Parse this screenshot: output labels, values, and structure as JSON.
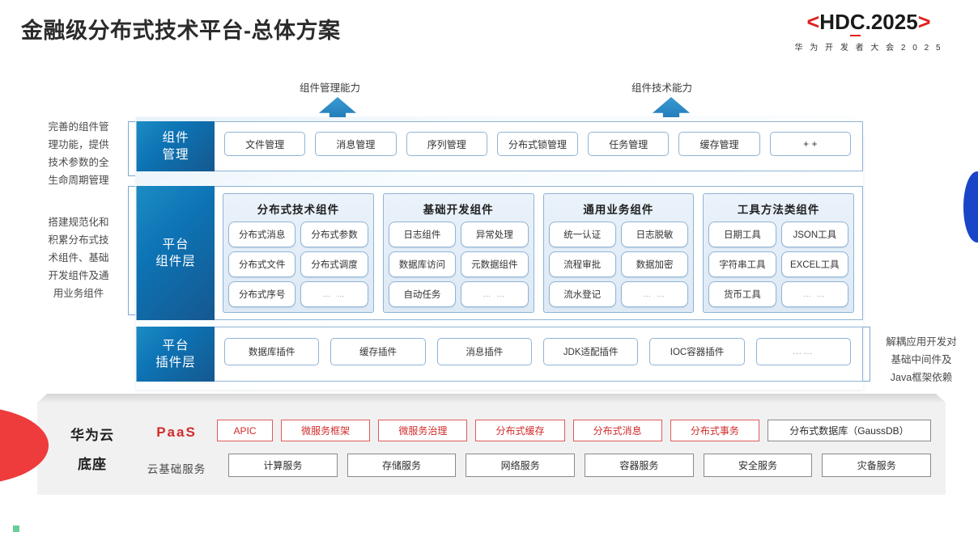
{
  "header": {
    "title": "金融级分布式技术平台-总体方案",
    "logo": {
      "left_bracket": "<",
      "text": "HDC.2025",
      "right_bracket": ">",
      "subtitle": "华 为 开 发 者 大 会 2 0 2 5",
      "accent_color": "#e02020"
    }
  },
  "arrows": [
    {
      "label": "组件管理能力",
      "name": "arrow-component-management"
    },
    {
      "label": "组件技术能力",
      "name": "arrow-component-technology"
    }
  ],
  "annotations": {
    "left": [
      "完善的组件管\n理功能，提供\n技术参数的全\n生命周期管理",
      "搭建规范化和\n积累分布式技\n术组件、基础\n开发组件及通\n用业务组件"
    ],
    "right": [
      "解耦应用开发对\n基础中间件及\nJava框架依赖"
    ]
  },
  "layers": {
    "component_management": {
      "side_label": "组件\n管理",
      "chips": [
        "文件管理",
        "消息管理",
        "序列管理",
        "分布式锁管理",
        "任务管理",
        "缓存管理",
        "+ +"
      ]
    },
    "platform_component": {
      "side_label": "平台\n组件层",
      "groups": [
        {
          "title": "分布式技术组件",
          "items": [
            "分布式消息",
            "分布式参数",
            "分布式文件",
            "分布式调度",
            "分布式序号",
            "… …"
          ]
        },
        {
          "title": "基础开发组件",
          "items": [
            "日志组件",
            "异常处理",
            "数据库访问",
            "元数据组件",
            "自动任务",
            "… …"
          ]
        },
        {
          "title": "通用业务组件",
          "items": [
            "统一认证",
            "日志脱敏",
            "流程审批",
            "数据加密",
            "流水登记",
            "… …"
          ]
        },
        {
          "title": "工具方法类组件",
          "items": [
            "日期工具",
            "JSON工具",
            "字符串工具",
            "EXCEL工具",
            "货币工具",
            "… …"
          ]
        }
      ]
    },
    "platform_plugin": {
      "side_label": "平台\n插件层",
      "chips": [
        "数据库插件",
        "缓存插件",
        "消息插件",
        "JDK适配插件",
        "IOC容器插件",
        "……"
      ]
    }
  },
  "cloud_base": {
    "title": "华为云\n底座",
    "paas_label": "PaaS",
    "infra_label": "云基础服务",
    "paas_items": [
      "APIC",
      "微服务框架",
      "微服务治理",
      "分布式缓存",
      "分布式消息",
      "分布式事务",
      "分布式数据库（GaussDB）"
    ],
    "paas_item_styles": [
      "red",
      "red",
      "red",
      "red",
      "red",
      "red",
      "gray"
    ],
    "infra_items": [
      "计算服务",
      "存储服务",
      "网络服务",
      "容器服务",
      "安全服务",
      "灾备服务"
    ]
  },
  "theme": {
    "brand_red": "#d22b2b",
    "brand_blue": "#0d73b4",
    "panel_border": "#8fb4d6",
    "slab_bg": "#f1f1f1"
  }
}
